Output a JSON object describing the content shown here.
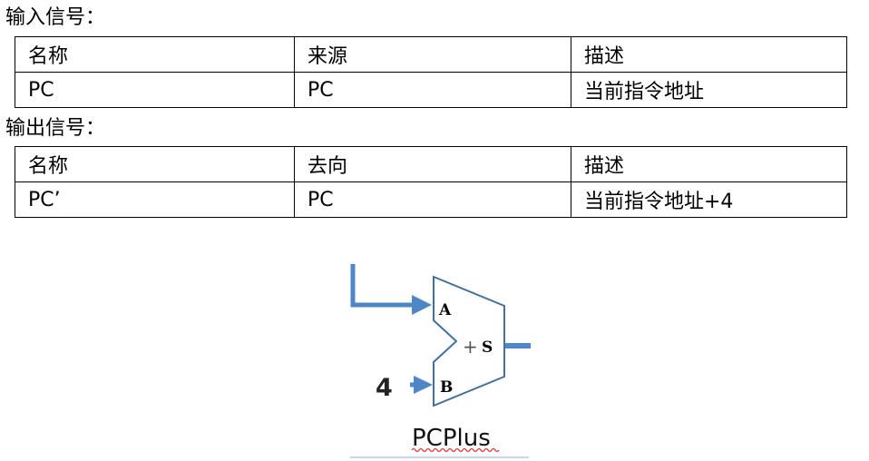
{
  "input_section": {
    "heading": "输入信号：",
    "headers": [
      "名称",
      "来源",
      "描述"
    ],
    "rows": [
      [
        "PC",
        "PC",
        "当前指令地址"
      ]
    ]
  },
  "output_section": {
    "heading": "输出信号：",
    "headers": [
      "名称",
      "去向",
      "描述"
    ],
    "rows": [
      [
        "PC’",
        "PC",
        "当前指令地址+4"
      ]
    ]
  },
  "diagram": {
    "port_a": "A",
    "port_b": "B",
    "op_symbol": "+",
    "port_s": "S",
    "constant_input": "4",
    "caption": "PCPlus",
    "colors": {
      "wire": "#4f86c6",
      "outline": "#41719c",
      "squiggle": "#e03030",
      "rule": "#b4c7e7"
    }
  }
}
